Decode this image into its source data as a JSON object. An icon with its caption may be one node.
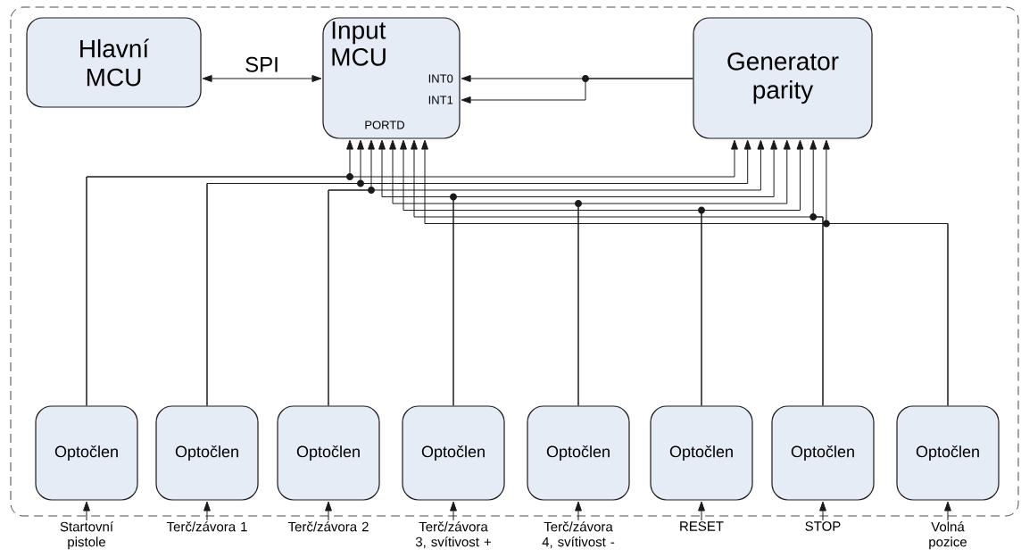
{
  "diagram": {
    "nodes": [
      {
        "text": [
          "Hlavní MCU"
        ]
      },
      {
        "text": [
          "Input MCU",
          "INT0",
          "INT1",
          "PORTD"
        ]
      },
      {
        "text": [
          "Generator parity"
        ]
      },
      {
        "text": [
          "Optočlen"
        ]
      },
      {
        "text": [
          "Optočlen"
        ]
      },
      {
        "text": [
          "Optočlen"
        ]
      },
      {
        "text": [
          "Optočlen"
        ]
      },
      {
        "text": [
          "Optočlen"
        ]
      },
      {
        "text": [
          "Optočlen"
        ]
      },
      {
        "text": [
          "Optočlen"
        ]
      },
      {
        "text": [
          "Optočlen"
        ]
      },
      {
        "text": [
          "Startovní pistole"
        ]
      },
      {
        "text": [
          "Terč/závora 1"
        ]
      },
      {
        "text": [
          "Terč/závora 2"
        ]
      },
      {
        "text": [
          "Terč/závora 3, svítivost +"
        ]
      },
      {
        "text": [
          "Terč/závora 4, svítivost -"
        ]
      },
      {
        "text": [
          "RESET"
        ]
      },
      {
        "text": [
          "STOP"
        ]
      },
      {
        "text": [
          "Volná pozice"
        ]
      }
    ],
    "edges": [
      {
        "from": 0,
        "to": 1,
        "arrow": "both",
        "label": "SPI"
      },
      {
        "from": 2,
        "to": 1,
        "arrow": "to"
      },
      {
        "from": 2,
        "to": 1,
        "arrow": "to"
      },
      {
        "from": 3,
        "to": 1,
        "arrow": "to"
      },
      {
        "from": 3,
        "to": 2,
        "arrow": "to"
      },
      {
        "from": 4,
        "to": 1,
        "arrow": "to"
      },
      {
        "from": 4,
        "to": 2,
        "arrow": "to"
      },
      {
        "from": 5,
        "to": 1,
        "arrow": "to"
      },
      {
        "from": 5,
        "to": 2,
        "arrow": "to"
      },
      {
        "from": 6,
        "to": 1,
        "arrow": "to"
      },
      {
        "from": 6,
        "to": 2,
        "arrow": "to"
      },
      {
        "from": 7,
        "to": 1,
        "arrow": "to"
      },
      {
        "from": 7,
        "to": 2,
        "arrow": "to"
      },
      {
        "from": 8,
        "to": 1,
        "arrow": "to"
      },
      {
        "from": 8,
        "to": 2,
        "arrow": "to"
      },
      {
        "from": 9,
        "to": 1,
        "arrow": "to"
      },
      {
        "from": 9,
        "to": 2,
        "arrow": "to"
      },
      {
        "from": 10,
        "to": 1,
        "arrow": "to"
      },
      {
        "from": 10,
        "to": 2,
        "arrow": "to"
      },
      {
        "from": 11,
        "to": 3,
        "arrow": "to"
      },
      {
        "from": 12,
        "to": 4,
        "arrow": "to"
      },
      {
        "from": 13,
        "to": 5,
        "arrow": "to"
      },
      {
        "from": 14,
        "to": 6,
        "arrow": "to"
      },
      {
        "from": 15,
        "to": 7,
        "arrow": "to"
      },
      {
        "from": 16,
        "to": 8,
        "arrow": "to"
      },
      {
        "from": 17,
        "to": 9,
        "arrow": "to"
      },
      {
        "from": 18,
        "to": 10,
        "arrow": "to"
      }
    ]
  }
}
